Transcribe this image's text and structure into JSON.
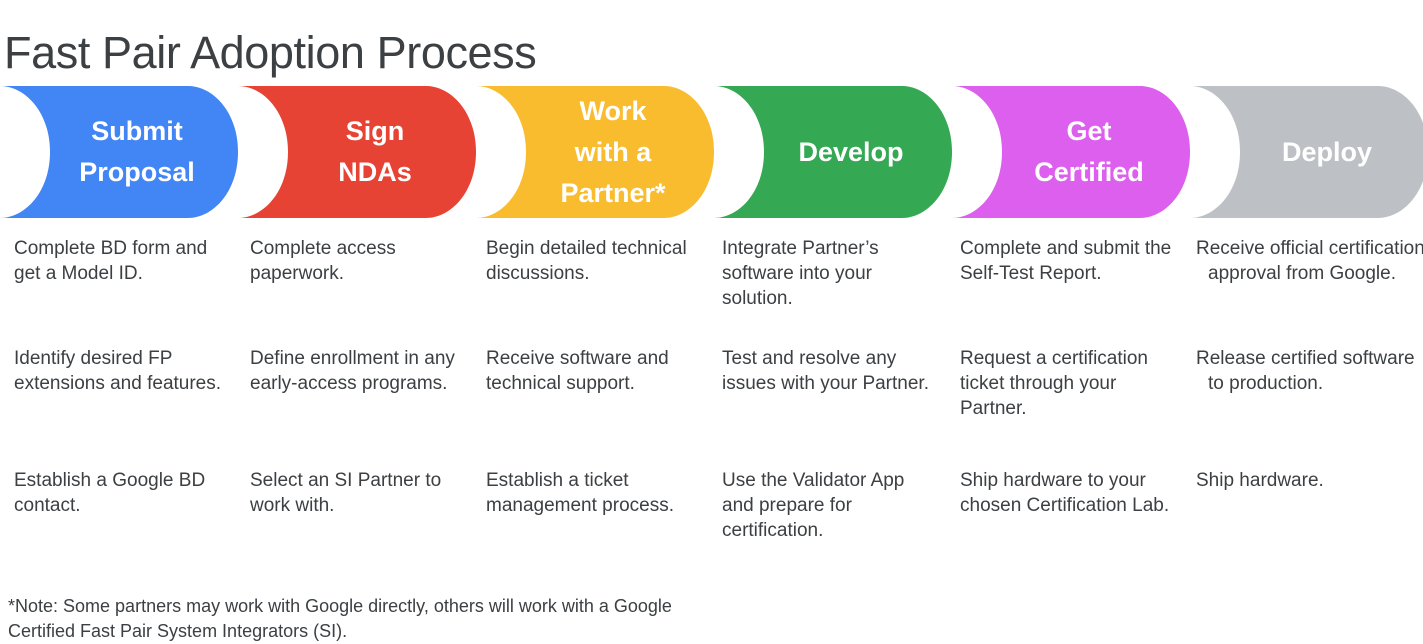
{
  "page": {
    "title": "Fast Pair Adoption Process",
    "background_color": "#ffffff",
    "text_color": "#3c4043"
  },
  "steps": [
    {
      "label": "Submit\nProposal",
      "color": "#4285f4",
      "label_color": "#ffffff",
      "items": [
        "Complete BD form and get a Model ID.",
        "Identify desired FP extensions and features.",
        "Establish a Google BD contact."
      ]
    },
    {
      "label": "Sign\nNDAs",
      "color": "#e74335",
      "label_color": "#ffffff",
      "items": [
        "Complete access paperwork.",
        "Define enrollment in any early-access programs.",
        "Select an SI Partner to work with."
      ]
    },
    {
      "label": "Work\nwith a\nPartner*",
      "color": "#f9bc2e",
      "label_color": "#ffffff",
      "items": [
        "Begin detailed technical discussions.",
        "Receive software and technical support.",
        "Establish a ticket management process."
      ]
    },
    {
      "label": "Develop",
      "color": "#34a853",
      "label_color": "#ffffff",
      "items": [
        "Integrate Partner’s software into your solution.",
        "Test and resolve any issues with your Partner.",
        "Use the Validator App and prepare for certification."
      ]
    },
    {
      "label": "Get\nCertified",
      "color": "#dd5fee",
      "label_color": "#ffffff",
      "items": [
        "Complete and submit the Self-Test Report.",
        "Request a certification ticket through your Partner.",
        "Ship hardware to your chosen Certification Lab."
      ]
    },
    {
      "label": "Deploy",
      "color": "#bdc1c6",
      "label_color": "#ffffff",
      "items": [
        "Receive official certification approval from Google.",
        "Release certified software to production.",
        "Ship hardware."
      ]
    }
  ],
  "footnote": "*Note: Some partners may work with Google directly, others will work with a Google Certified Fast Pair System Integrators (SI)."
}
